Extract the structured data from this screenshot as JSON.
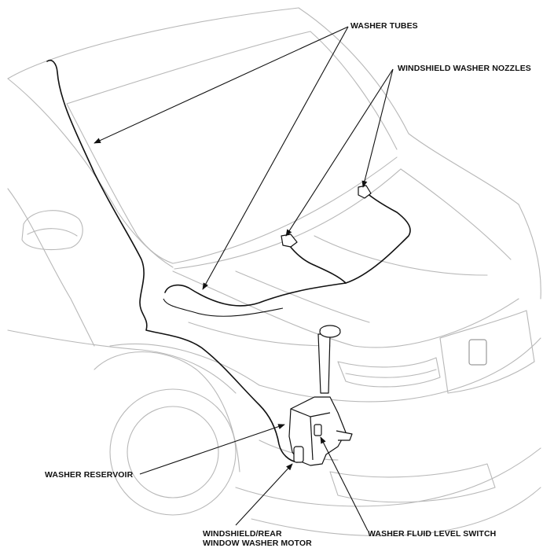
{
  "labels": {
    "washer_tubes": "WASHER TUBES",
    "windshield_washer_nozzles": "WINDSHIELD WASHER NOZZLES",
    "washer_reservoir": "WASHER RESERVOIR",
    "washer_motor_line1": "WINDSHIELD/REAR",
    "washer_motor_line2": "WINDOW WASHER MOTOR",
    "washer_fluid_level_switch": "WASHER FLUID LEVEL SWITCH"
  }
}
